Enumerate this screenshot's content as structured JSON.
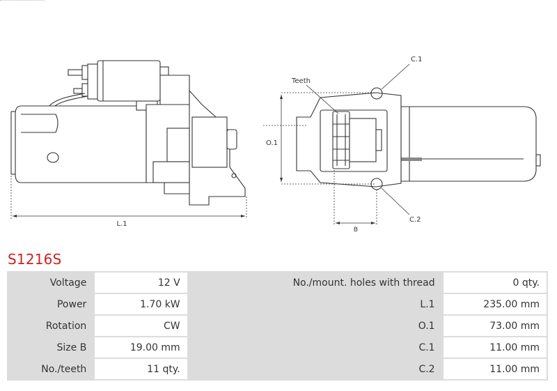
{
  "diagram": {
    "labels": {
      "l1": "L.1",
      "teeth": "Teeth",
      "c1": "C.1",
      "o1": "O.1",
      "b": "B",
      "c2": "C.2"
    }
  },
  "product": {
    "code": "S1216S"
  },
  "specs": {
    "rows": [
      {
        "left_label": "Voltage",
        "left_value": "12 V",
        "right_label": "No./mount. holes with thread",
        "right_value": "0 qty."
      },
      {
        "left_label": "Power",
        "left_value": "1.70 kW",
        "right_label": "L.1",
        "right_value": "235.00 mm"
      },
      {
        "left_label": "Rotation",
        "left_value": "CW",
        "right_label": "O.1",
        "right_value": "73.00 mm"
      },
      {
        "left_label": "Size B",
        "left_value": "19.00 mm",
        "right_label": "C.1",
        "right_value": "11.00 mm"
      },
      {
        "left_label": "No./teeth",
        "left_value": "11 qty.",
        "right_label": "C.2",
        "right_value": "11.00 mm"
      }
    ]
  }
}
